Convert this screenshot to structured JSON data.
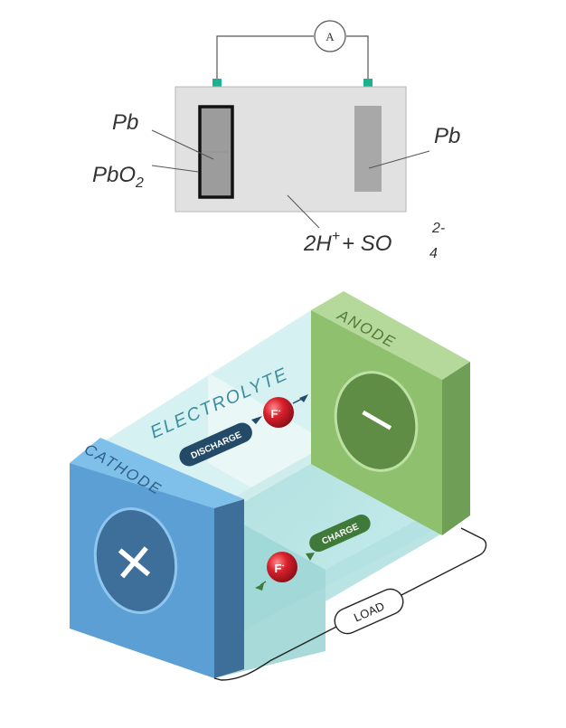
{
  "top_diagram": {
    "meter_symbol": "A",
    "left_electrode_label": "Pb",
    "left_coating_label": "PbO",
    "left_coating_subscript": "2",
    "right_electrode_label": "Pb",
    "electrolyte": {
      "h_part": "2H",
      "h_charge": "+",
      "plus": "+ SO",
      "so4_subscript": "4",
      "so4_charge": "2-"
    },
    "colors": {
      "terminal": "#1bb38f",
      "cell_fill": "#e1e1e1",
      "electrode_fill": "#a3a3a3"
    }
  },
  "battery_diagram": {
    "cathode_label": "CATHODE",
    "anode_label": "ANODE",
    "electrolyte_label": "ELECTROLYTE",
    "discharge_label": "DISCHARGE",
    "charge_label": "CHARGE",
    "load_label": "LOAD",
    "ion_label": "F",
    "ion_charge": "-",
    "cathode_symbol": "+",
    "anode_symbol": "−",
    "colors": {
      "cathode": "#5b9fd4",
      "anode": "#8dbf6c",
      "electrolyte": "#bfe6e6",
      "ion": "#d01f2e",
      "discharge_pill": "#234a66",
      "charge_pill": "#3f7a3a"
    }
  }
}
